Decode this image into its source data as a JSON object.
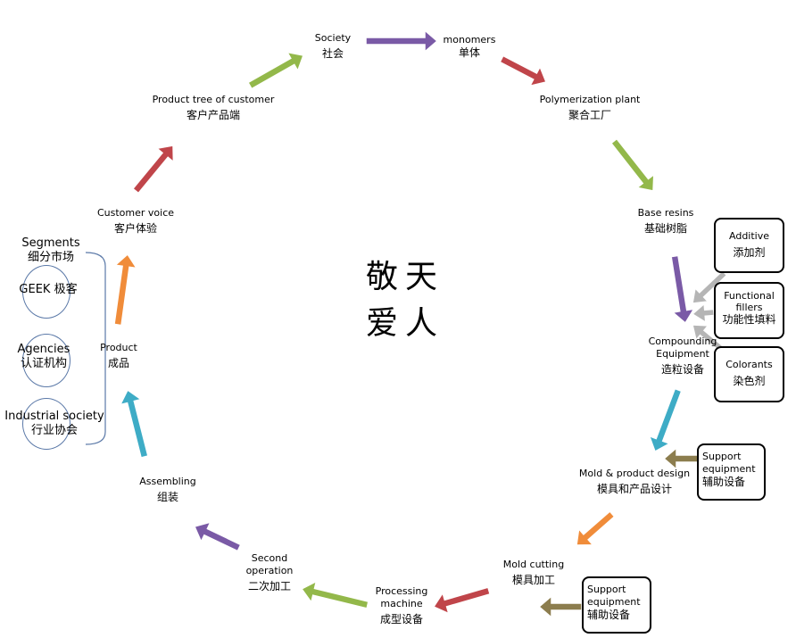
{
  "center": {
    "line1": "敬天",
    "line2": "爱人"
  },
  "nodes": {
    "society": {
      "en": "Society",
      "cn": "社会"
    },
    "monomers": {
      "en": "monomers",
      "cn": "单体"
    },
    "polymerization": {
      "en": "Polymerization plant",
      "cn": "聚合工厂"
    },
    "base_resins": {
      "en": "Base resins",
      "cn": "基础树脂"
    },
    "compounding": {
      "en1": "Compounding",
      "en2": "Equipment",
      "cn": "造粒设备"
    },
    "mold_design": {
      "en": "Mold & product design",
      "cn": "模具和产品设计"
    },
    "mold_cutting": {
      "en": "Mold cutting",
      "cn": "模具加工"
    },
    "processing": {
      "en1": "Processing",
      "en2": "machine",
      "cn": "成型设备"
    },
    "second_op": {
      "en1": "Second",
      "en2": "operation",
      "cn": "二次加工"
    },
    "assembling": {
      "en": "Assembling",
      "cn": "组装"
    },
    "product": {
      "en": "Product",
      "cn": "成品"
    },
    "customer_voice": {
      "en": "Customer voice",
      "cn": "客户体验"
    },
    "product_tree": {
      "en": "Product tree of customer",
      "cn": "客户产品端"
    }
  },
  "boxes": {
    "additive": {
      "en": "Additive",
      "cn": "添加剂"
    },
    "fillers": {
      "en1": "Functional",
      "en2": "fillers",
      "cn": "功能性填料"
    },
    "colorants": {
      "en": "Colorants",
      "cn": "染色剂"
    },
    "support1": {
      "en1": "Support",
      "en2": "equipment",
      "cn": "辅助设备"
    },
    "support2": {
      "en1": "Support",
      "en2": "equipment",
      "cn": "辅助设备"
    }
  },
  "segments": {
    "title_en": "Segments",
    "title_cn": "细分市场",
    "geek": "GEEK 极客",
    "agencies_en": "Agencies",
    "agencies_cn": "认证机构",
    "industrial_en": "Industrial society",
    "industrial_cn": "行业协会"
  },
  "colors": {
    "purple": "#7a5aa6",
    "red": "#c0454a",
    "green": "#93b84a",
    "teal": "#3eacc6",
    "orange": "#f08c3a",
    "gray": "#b5b5b5",
    "olive": "#8c7d4e"
  }
}
